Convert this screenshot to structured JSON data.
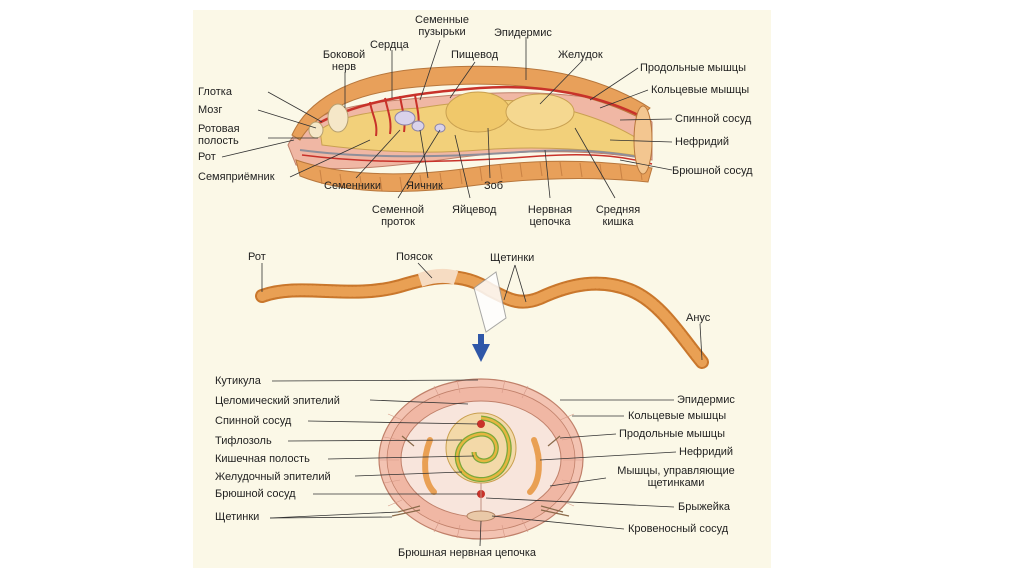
{
  "colors": {
    "panel": "#fbf8e7",
    "body_pink": "#f0b7a4",
    "muscle_orange": "#e8a05a",
    "worm_orange": "#e48e3c",
    "gut_yellow": "#f2d07a",
    "vessel_red": "#c8322a",
    "arrow_blue": "#2f57a8",
    "line": "#333333"
  },
  "labels": {
    "top": {
      "seminal_vesicles": "Семенные\nпузырьки",
      "epidermis": "Эпидермис",
      "hearts": "Сердца",
      "lateral_nerve": "Боковой\nнерв",
      "esophagus": "Пищевод",
      "stomach": "Желудок",
      "longitudinal_muscles": "Продольные мышцы",
      "circular_muscles": "Кольцевые мышцы",
      "pharynx": "Глотка",
      "brain": "Мозг",
      "oral_cavity": "Ротовая\nполость",
      "dorsal_vessel": "Спинной сосуд",
      "nephridium": "Нефридий",
      "mouth": "Рот",
      "ventral_vessel": "Брюшной сосуд",
      "seminal_receptacle": "Семяприёмник",
      "testes": "Семенники",
      "ovary": "Яичник",
      "crop": "Зоб",
      "sperm_duct": "Семенной\nпроток",
      "oviduct": "Яйцевод",
      "nerve_cord": "Нервная\nцепочка",
      "midgut": "Средняя\nкишка"
    },
    "middle": {
      "mouth": "Рот",
      "clitellum": "Поясок",
      "setae": "Щетинки",
      "anus": "Анус"
    },
    "cross": {
      "cuticle": "Кутикула",
      "coelomic_epithelium": "Целомический эпителий",
      "dorsal_vessel": "Спинной сосуд",
      "typhlosole": "Тифлозоль",
      "intestinal_cavity": "Кишечная полость",
      "gastric_epithelium": "Желудочный эпителий",
      "ventral_vessel": "Брюшной сосуд",
      "setae": "Щетинки",
      "epidermis": "Эпидермис",
      "circular_muscles": "Кольцевые мышцы",
      "longitudinal_muscles": "Продольные мышцы",
      "nephridium": "Нефридий",
      "setae_muscles": "Мышцы, управляющие\nщетинками",
      "mesentery": "Брыжейка",
      "blood_vessel": "Кровеносный сосуд",
      "ventral_nerve_cord": "Брюшная нервная цепочка"
    }
  }
}
